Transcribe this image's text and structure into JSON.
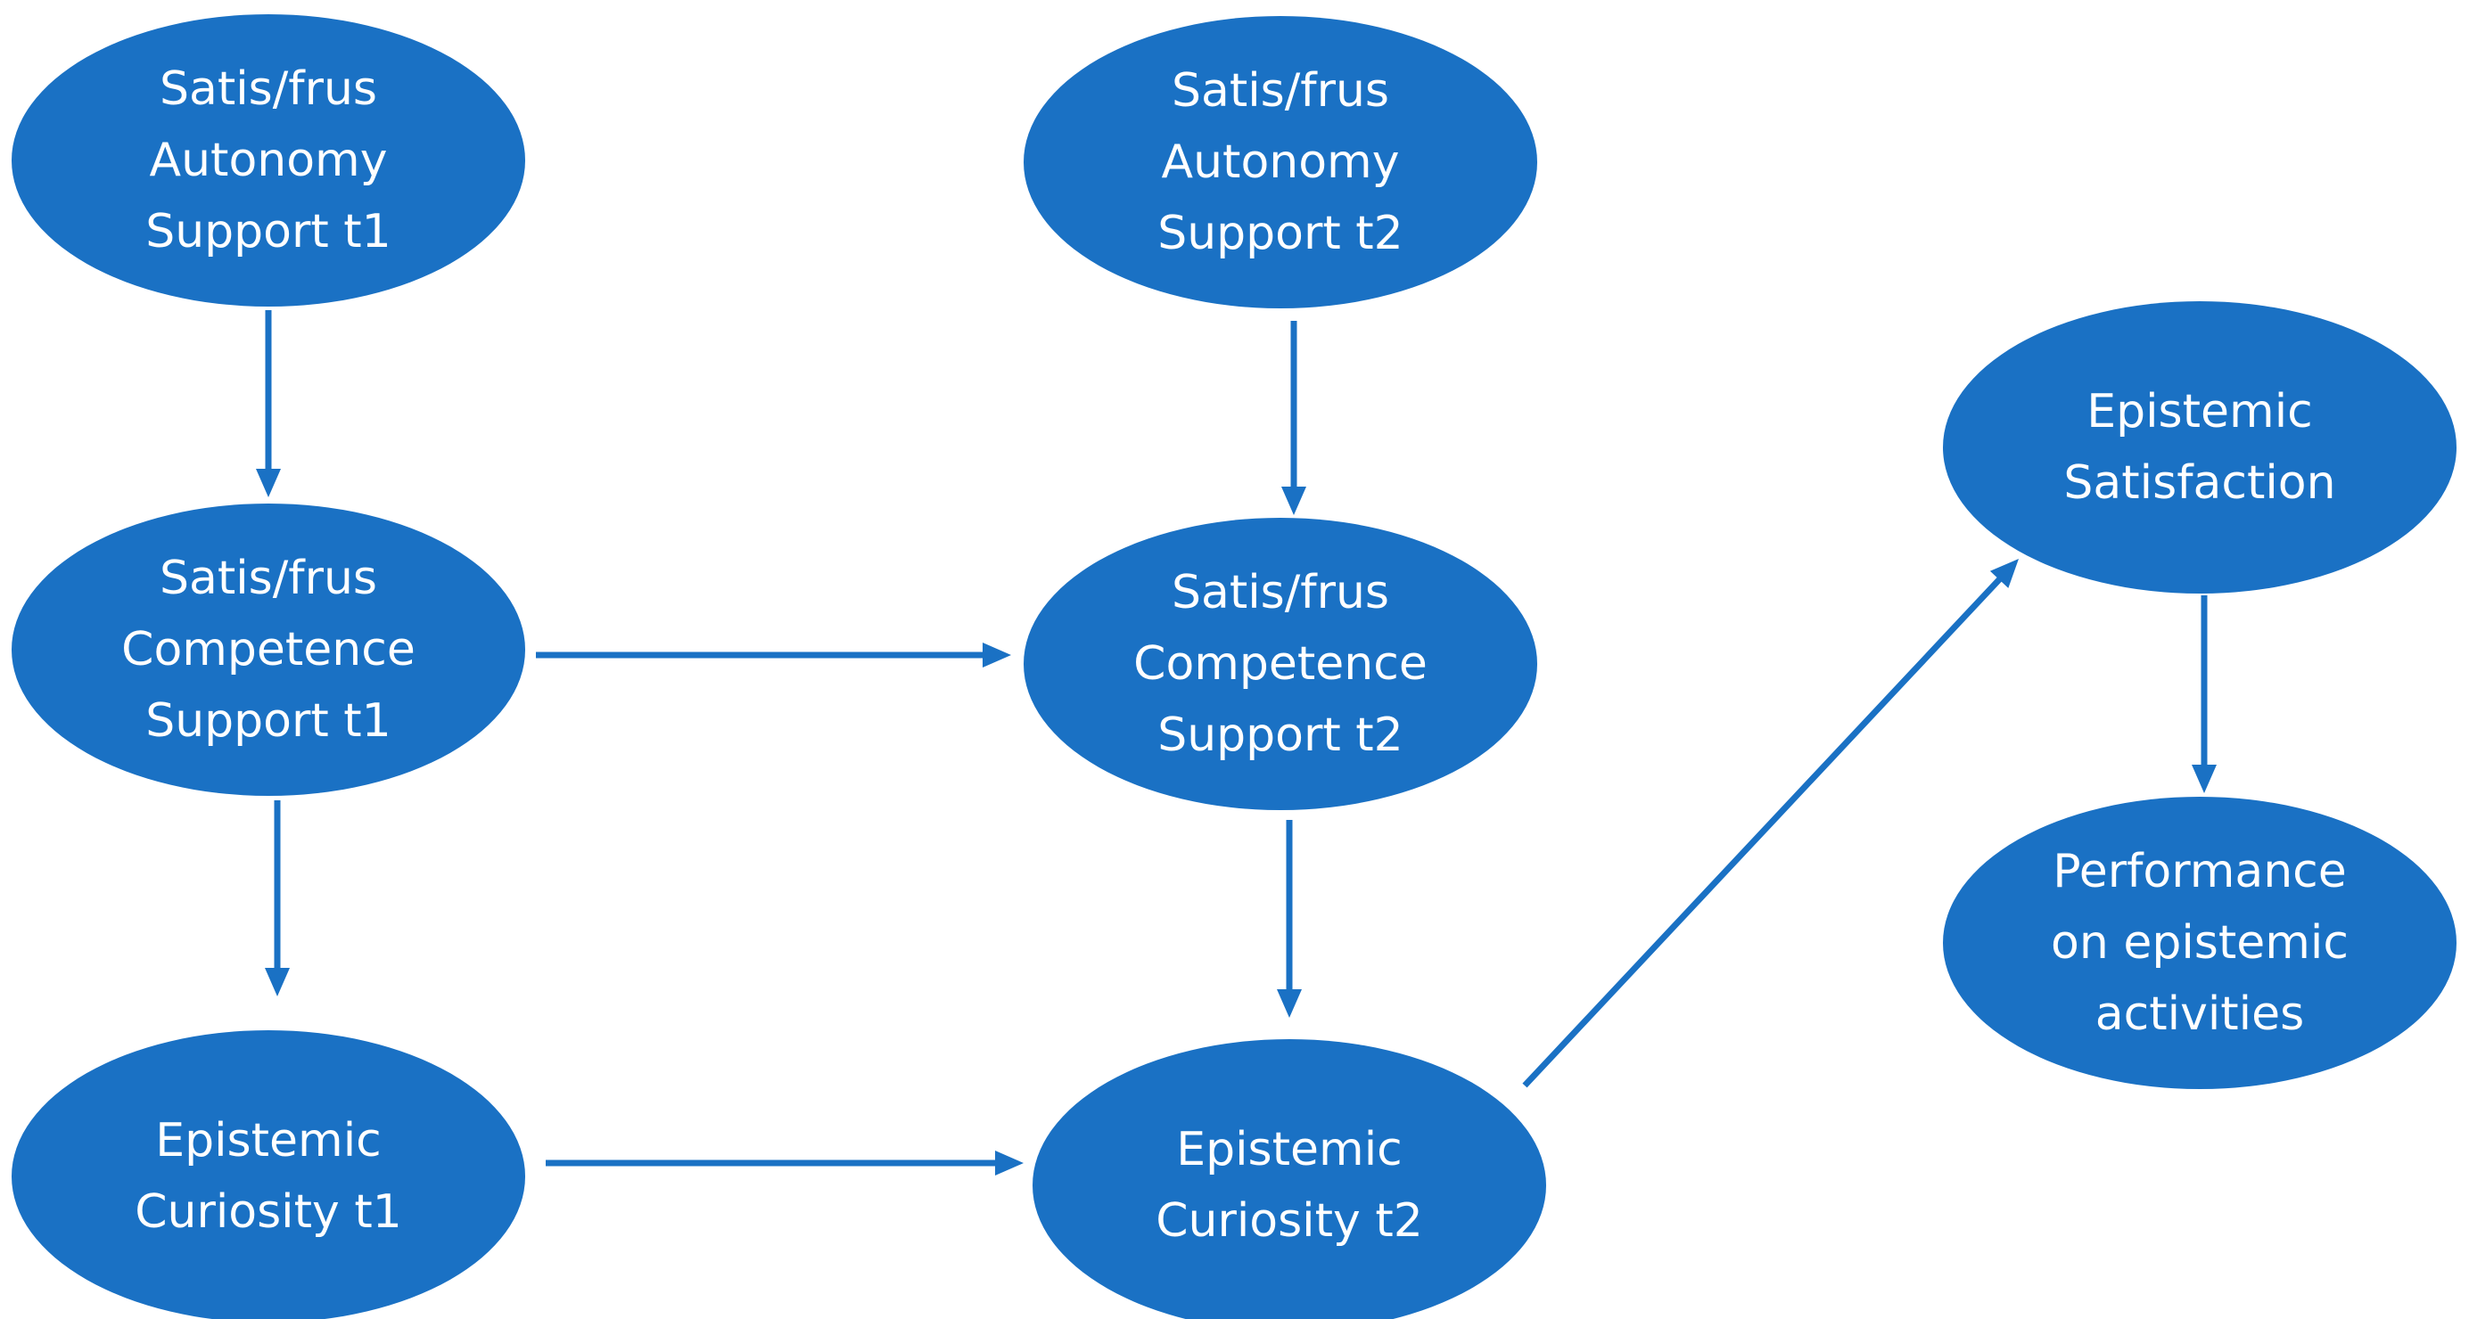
{
  "diagram": {
    "nodes": [
      {
        "id": "autonomy_t1",
        "lines": [
          "Satis/frus",
          "Autonomy",
          "Support t1"
        ]
      },
      {
        "id": "autonomy_t2",
        "lines": [
          "Satis/frus",
          "Autonomy",
          "Support t2"
        ]
      },
      {
        "id": "competence_t1",
        "lines": [
          "Satis/frus",
          "Competence",
          "Support t1"
        ]
      },
      {
        "id": "competence_t2",
        "lines": [
          "Satis/frus",
          "Competence",
          "Support t2"
        ]
      },
      {
        "id": "curiosity_t1",
        "lines": [
          "Epistemic",
          "Curiosity t1"
        ]
      },
      {
        "id": "curiosity_t2",
        "lines": [
          "Epistemic",
          "Curiosity t2"
        ]
      },
      {
        "id": "epistemic_satisfaction",
        "lines": [
          "Epistemic",
          "Satisfaction"
        ]
      },
      {
        "id": "performance",
        "lines": [
          "Performance",
          "on epistemic",
          "activities"
        ]
      }
    ],
    "edges": [
      {
        "from": "autonomy_t1",
        "to": "competence_t1"
      },
      {
        "from": "autonomy_t2",
        "to": "competence_t2"
      },
      {
        "from": "competence_t1",
        "to": "competence_t2"
      },
      {
        "from": "competence_t1",
        "to": "curiosity_t1"
      },
      {
        "from": "competence_t2",
        "to": "curiosity_t2"
      },
      {
        "from": "curiosity_t1",
        "to": "curiosity_t2"
      },
      {
        "from": "curiosity_t2",
        "to": "epistemic_satisfaction"
      },
      {
        "from": "epistemic_satisfaction",
        "to": "performance"
      }
    ],
    "colors": {
      "node_fill": "#1A71C4",
      "node_text": "#FFFFFF",
      "arrow": "#1A71C4",
      "background": "#FFFFFF"
    }
  }
}
